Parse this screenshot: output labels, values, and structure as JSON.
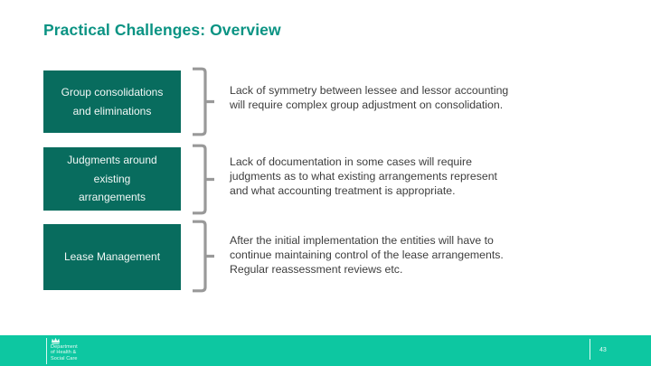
{
  "title": "Practical Challenges: Overview",
  "rows": [
    {
      "box_label": "Group consolidations\nand eliminations",
      "description": "Lack of symmetry between lessee and lessor accounting\nwill require complex group adjustment on consolidation."
    },
    {
      "box_label": "Judgments around\nexisting\narrangements",
      "description": "Lack of documentation in some cases will require\njudgments as to what existing arrangements represent\nand what accounting treatment is appropriate."
    },
    {
      "box_label": "Lease Management",
      "description": "After the initial implementation the entities will have to\ncontinue maintaining control of the lease arrangements.\nRegular reassessment reviews etc."
    }
  ],
  "footer": {
    "logo_text": "Department\nof Health &\nSocial Care",
    "crown_icon": "crown-icon",
    "page_number": "43"
  },
  "colors": {
    "title_teal": "#0a9383",
    "box_teal": "#086c5e",
    "footer_teal": "#0dc7a1",
    "bracket_grey": "#999999",
    "body_text": "#3d3d3d"
  }
}
